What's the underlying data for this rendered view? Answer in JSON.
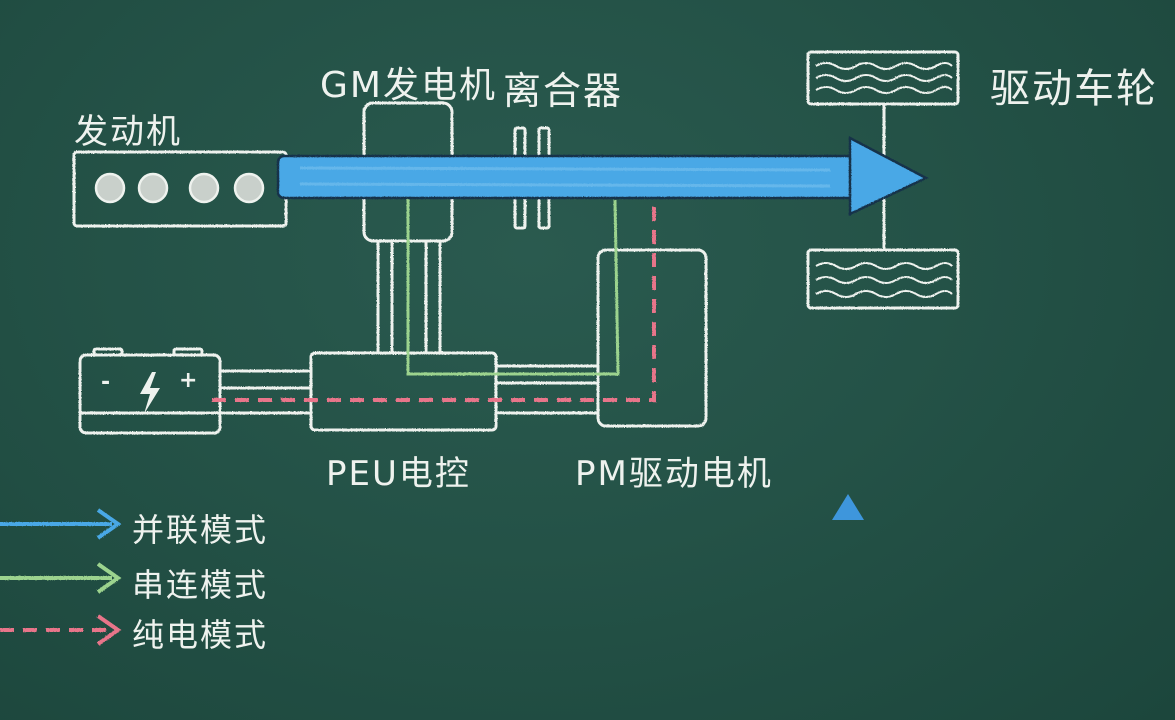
{
  "diagram": {
    "engine_label": "发动机",
    "gm_generator_label": "GM发电机",
    "clutch_label": "离合器",
    "drive_wheels_label": "驱动车轮",
    "peu_label": "PEU电控",
    "pm_motor_label": "PM驱动电机",
    "battery_minus": "-",
    "battery_plus": "+"
  },
  "legend": {
    "parallel_mode": "并联模式",
    "series_mode": "串连模式",
    "ev_mode": "纯电模式"
  },
  "colors": {
    "board": "#245247",
    "chalk": "#eef2ee",
    "parallel_blue": "#4aa8e6",
    "series_green": "#9cd38e",
    "ev_pink": "#e8748a",
    "cursor_blue": "#3e96dc"
  }
}
